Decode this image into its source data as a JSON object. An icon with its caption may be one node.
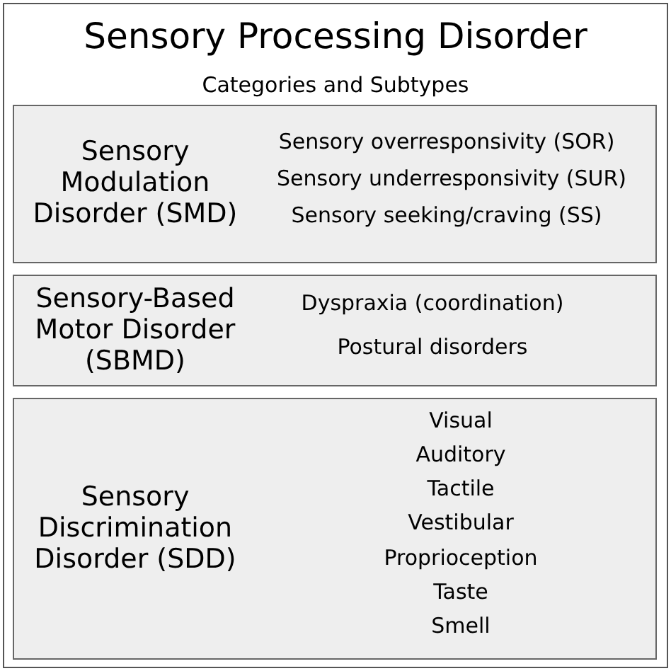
{
  "diagram": {
    "nodes": [
      {
        "text": [
          "Sensory Processing Disorder",
          "Categories and Subtypes"
        ]
      },
      {
        "text": [
          "Sensory Modulation Disorder (SMD)",
          "Sensory overresponsivity (SOR)",
          "Sensory underresponsivity (SUR)",
          "Sensory seeking/craving (SS)"
        ],
        "in": 0
      },
      {
        "text": [
          "Sensory-Based Motor Disorder (SBMD)",
          "Dyspraxia (coordination)",
          "Postural disorders"
        ],
        "in": 0
      },
      {
        "text": [
          "Sensory Discrimination Disorder (SDD)",
          "Visual",
          "Auditory",
          "Tactile",
          "Vestibular",
          "Proprioception",
          "Taste",
          "Smell"
        ],
        "in": 0
      }
    ]
  }
}
